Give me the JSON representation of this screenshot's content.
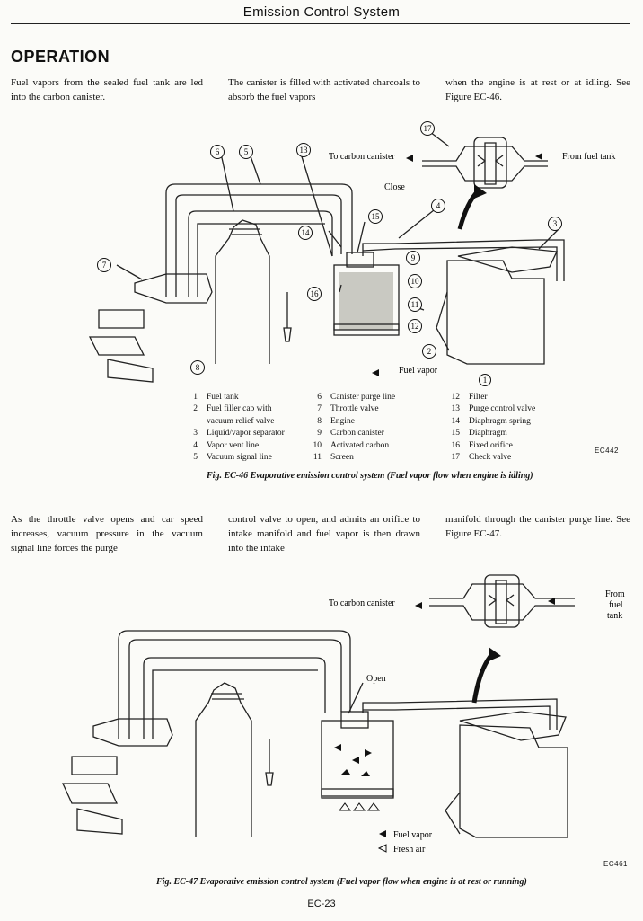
{
  "header": {
    "title": "Emission Control System"
  },
  "section_title": "OPERATION",
  "intro": {
    "col1": "Fuel vapors from the sealed fuel tank are led into the carbon canister.",
    "col2": "The canister is filled with activated charcoals to absorb the fuel vapors",
    "col3": "when the engine is at rest or at idling. See Figure EC-46."
  },
  "fig46": {
    "labels": {
      "to_canister": "To carbon canister",
      "from_tank": "From fuel tank",
      "close": "Close",
      "fuel_vapor": "Fuel vapor"
    },
    "callouts": [
      "1",
      "2",
      "3",
      "4",
      "5",
      "6",
      "7",
      "8",
      "9",
      "10",
      "11",
      "12",
      "13",
      "14",
      "15",
      "16",
      "17"
    ],
    "legend_col1": [
      {
        "n": "1",
        "t": "Fuel tank"
      },
      {
        "n": "2",
        "t": "Fuel filler cap with"
      },
      {
        "n": "",
        "t": "vacuum relief valve"
      },
      {
        "n": "3",
        "t": "Liquid/vapor separator"
      },
      {
        "n": "4",
        "t": "Vapor vent line"
      },
      {
        "n": "5",
        "t": "Vacuum signal line"
      }
    ],
    "legend_col2": [
      {
        "n": "6",
        "t": "Canister purge line"
      },
      {
        "n": "7",
        "t": "Throttle valve"
      },
      {
        "n": "8",
        "t": "Engine"
      },
      {
        "n": "9",
        "t": "Carbon canister"
      },
      {
        "n": "10",
        "t": "Activated carbon"
      },
      {
        "n": "11",
        "t": "Screen"
      }
    ],
    "legend_col3": [
      {
        "n": "12",
        "t": "Filter"
      },
      {
        "n": "13",
        "t": "Purge control valve"
      },
      {
        "n": "14",
        "t": "Diaphragm spring"
      },
      {
        "n": "15",
        "t": "Diaphragm"
      },
      {
        "n": "16",
        "t": "Fixed orifice"
      },
      {
        "n": "17",
        "t": "Check valve"
      }
    ],
    "code": "EC442",
    "caption": "Fig. EC-46  Evaporative emission control system (Fuel vapor flow when engine is idling)"
  },
  "mid": {
    "col1": "As the throttle valve opens and car speed increases, vacuum pressure in the vacuum signal line forces the purge",
    "col2": "control valve to open, and admits an orifice to intake manifold and fuel vapor is then drawn into the intake",
    "col3": "manifold through the canister purge line. See Figure EC-47."
  },
  "fig47": {
    "labels": {
      "to_canister": "To carbon canister",
      "from_tank_1": "From",
      "from_tank_2": "fuel",
      "from_tank_3": "tank",
      "open": "Open",
      "fuel_vapor": "Fuel vapor",
      "fresh_air": "Fresh air"
    },
    "code": "EC461",
    "caption": "Fig. EC-47  Evaporative emission control system (Fuel vapor flow when engine is at rest or running)"
  },
  "footer": {
    "page": "EC-23"
  }
}
